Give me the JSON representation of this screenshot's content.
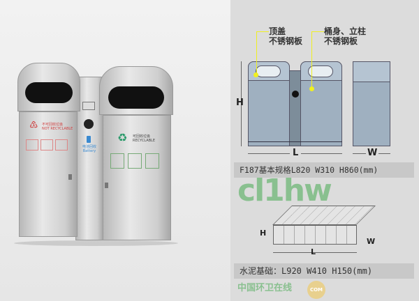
{
  "bin": {
    "left_label_cn": "不可回收垃圾",
    "left_label_en": "NOT RECYCLABLE",
    "right_label_cn": "可回收垃圾",
    "right_label_en": "RECYCLABLE",
    "middle_label_cn": "电池回收",
    "middle_label_en": "Battery"
  },
  "diagram": {
    "callout_lid_line1": "顶盖",
    "callout_lid_line2": "不锈钢板",
    "callout_body_line1": "桶身、立柱",
    "callout_body_line2": "不锈钢板",
    "dim_h": "H",
    "dim_l": "L",
    "dim_w": "W",
    "spec": "F187基本规格L820 W310 H860(mm)"
  },
  "base": {
    "dim_h": "H",
    "dim_l": "L",
    "dim_w": "W",
    "spec": "水泥基础：L920 W410 H150(mm)"
  },
  "watermark": {
    "logo": "cl1hw",
    "cn": "中国环卫在线",
    "com": "COM"
  },
  "colors": {
    "diagram_fill": "#9fb0c0",
    "callout": "#f0f020",
    "recycle_green": "#2a9a6a",
    "nonrecycle_red": "#d04040"
  }
}
